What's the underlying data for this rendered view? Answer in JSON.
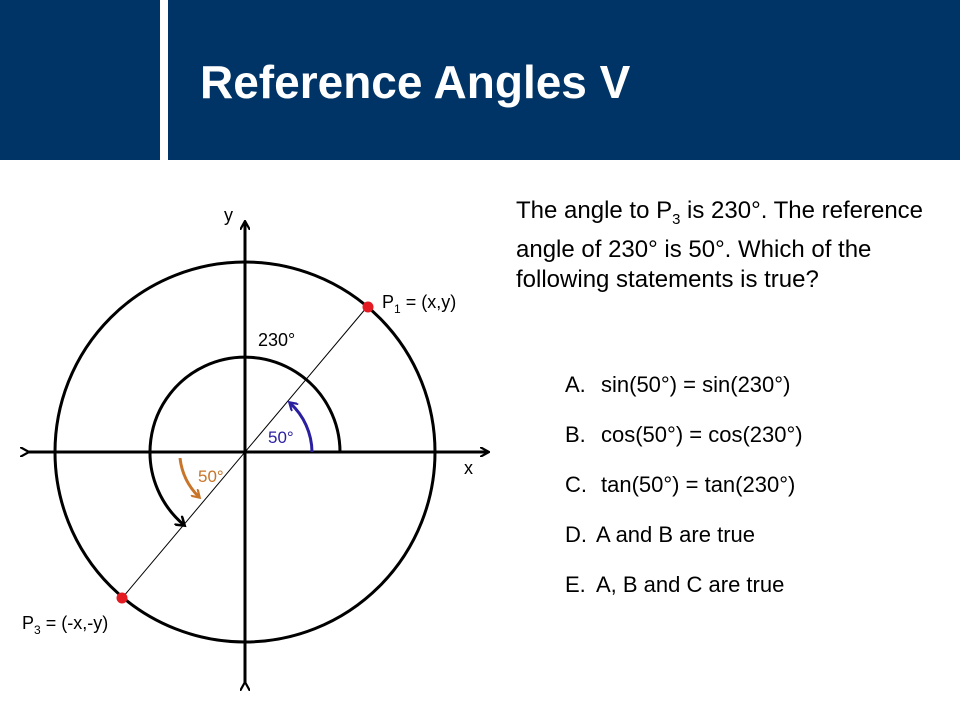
{
  "title": "Reference Angles V",
  "colors": {
    "header": "#003466",
    "point": "#e31b23",
    "arrow_ref_quadrant1": "#2a1fa0",
    "arrow_ref_quadrant3": "#c8752a"
  },
  "diagram": {
    "y_axis_label": "y",
    "x_axis_label": "x",
    "p1_label": {
      "main": "P",
      "sub": "1",
      "rest": " = (x,y)"
    },
    "p3_label": {
      "main": "P",
      "sub": "3",
      "rest": " = (-x,-y)"
    },
    "angle_main_label": "230°",
    "angle_ref_q1_label": "50°",
    "angle_ref_q3_label": "50°",
    "angle_main_degrees": 230,
    "angle_ref_degrees": 50
  },
  "question": {
    "part1": "The angle to P",
    "sub": "3",
    "part2": " is 230°. The reference angle of 230° is 50°. Which of the following statements is true?"
  },
  "options": [
    {
      "letter": "A.",
      "text": "sin(50°) = sin(230°)"
    },
    {
      "letter": "B.",
      "text": "cos(50°) = cos(230°)"
    },
    {
      "letter": "C.",
      "text": "tan(50°) = tan(230°)"
    },
    {
      "letter": "D.",
      "text": "A and B are true"
    },
    {
      "letter": "E.",
      "text": "A, B and C are true"
    }
  ]
}
